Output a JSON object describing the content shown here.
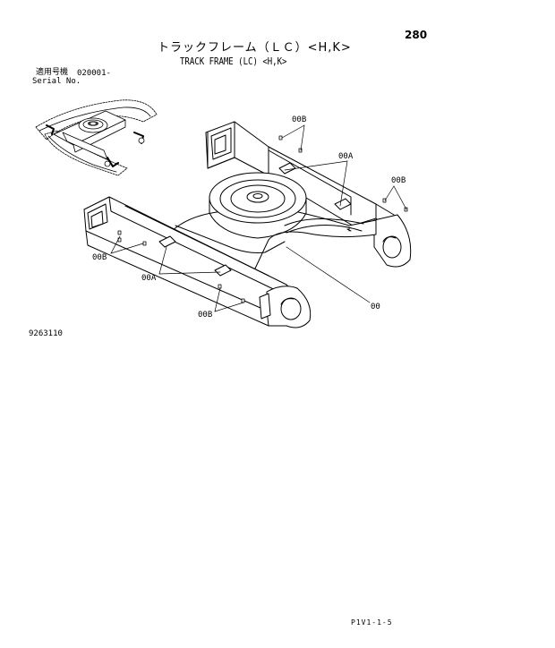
{
  "page": {
    "number": "280",
    "title_jp": "トラックフレーム（ＬＣ）<H,K>",
    "title_en": "TRACK FRAME (LC) <H,K>",
    "serial_label_jp": "適用号機",
    "serial_from": "020001-",
    "serial_label_en": "Serial No.",
    "figure_id": "9263110",
    "footer_code": "P1V1-1-5"
  },
  "callouts": {
    "c1": "00B",
    "c2": "00A",
    "c3": "00B",
    "c4": "00B",
    "c5": "00A",
    "c6": "00B",
    "c7": "00"
  }
}
